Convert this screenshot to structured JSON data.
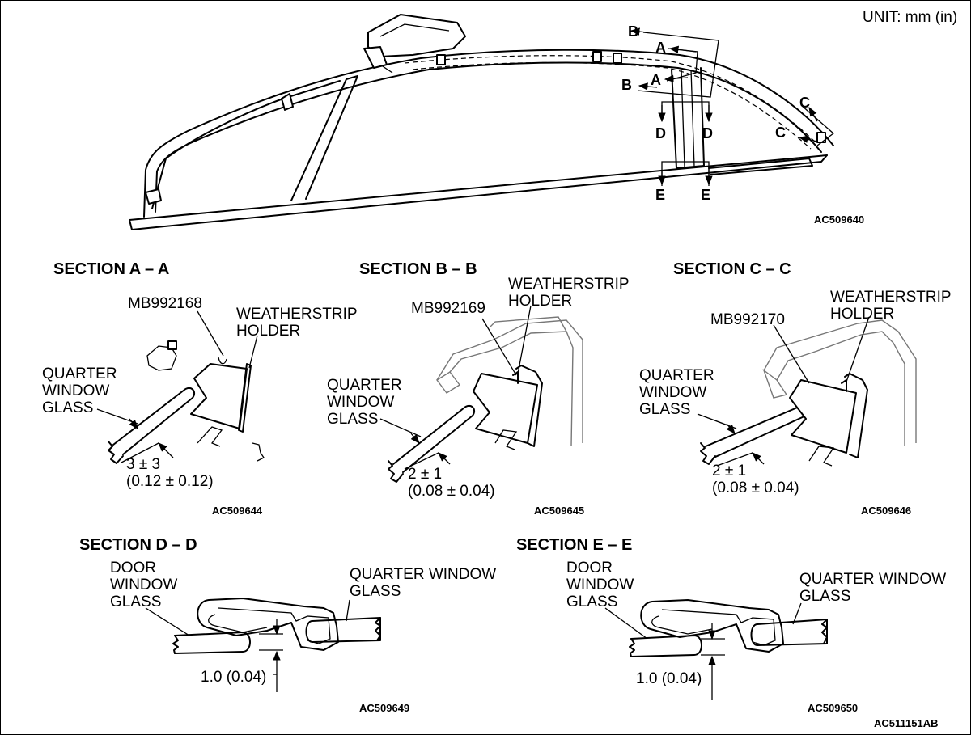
{
  "unit_label": "UNIT: mm (in)",
  "figure_codes": {
    "overview": "AC509640",
    "section_a": "AC509644",
    "section_b": "AC509645",
    "section_c": "AC509646",
    "section_d": "AC509649",
    "section_e": "AC509650",
    "sheet": "AC511151AB"
  },
  "cut_markers": {
    "a": "A",
    "b": "B",
    "c": "C",
    "d": "D",
    "e": "E"
  },
  "sections": {
    "a": {
      "title": "SECTION A – A",
      "tool": "MB992168",
      "holder": "WEATHERSTRIP\nHOLDER",
      "glass": "QUARTER\nWINDOW\nGLASS",
      "dimension": "3 ± 3\n(0.12 ± 0.12)"
    },
    "b": {
      "title": "SECTION B – B",
      "tool": "MB992169",
      "holder": "WEATHERSTRIP\nHOLDER",
      "glass": "QUARTER\nWINDOW\nGLASS",
      "dimension": "2 ± 1\n(0.08 ± 0.04)"
    },
    "c": {
      "title": "SECTION C – C",
      "tool": "MB992170",
      "holder": "WEATHERSTRIP\nHOLDER",
      "glass": "QUARTER\nWINDOW\nGLASS",
      "dimension": "2 ± 1\n(0.08 ± 0.04)"
    },
    "d": {
      "title": "SECTION D – D",
      "door_glass": "DOOR\nWINDOW\nGLASS",
      "quarter_glass": "QUARTER WINDOW\nGLASS",
      "dimension": "1.0 (0.04)"
    },
    "e": {
      "title": "SECTION E – E",
      "door_glass": "DOOR\nWINDOW\nGLASS",
      "quarter_glass": "QUARTER WINDOW\nGLASS",
      "dimension": "1.0 (0.04)"
    }
  }
}
